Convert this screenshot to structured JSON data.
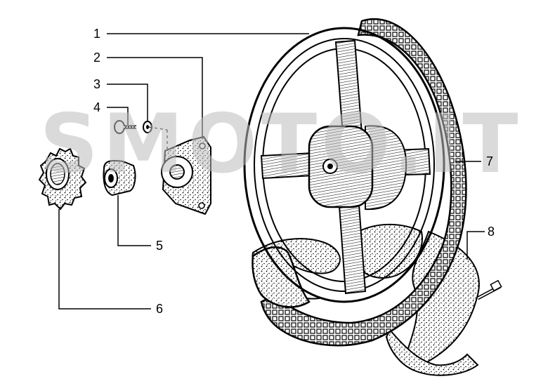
{
  "watermark": {
    "text": "SMOTO.IT"
  },
  "callouts": [
    {
      "label": "1",
      "part": "wheel-rim"
    },
    {
      "label": "2",
      "part": "hub-flange"
    },
    {
      "label": "3",
      "part": "washer"
    },
    {
      "label": "4",
      "part": "bolt"
    },
    {
      "label": "5",
      "part": "bushing"
    },
    {
      "label": "6",
      "part": "sprocket"
    },
    {
      "label": "7",
      "part": "tyre"
    },
    {
      "label": "8",
      "part": "inner-tube"
    }
  ],
  "colors": {
    "line": "#000000",
    "watermark": "#bdbdbd",
    "background": "#ffffff"
  }
}
